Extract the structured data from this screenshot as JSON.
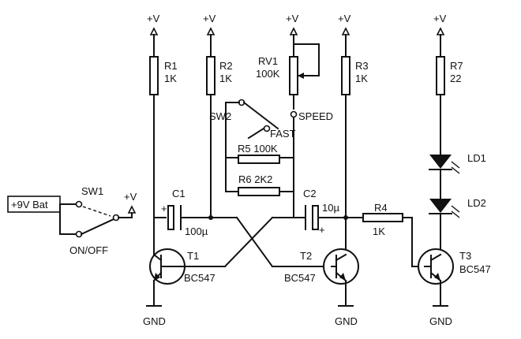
{
  "labels": {
    "supply": "+V",
    "gnd": "GND",
    "battery": "+9V Bat",
    "sw1": "SW1",
    "onoff": "ON/OFF",
    "sw2": "SW2",
    "fast": "FAST",
    "speed": "SPEED",
    "r1_name": "R1",
    "r1_value": "1K",
    "r2_name": "R2",
    "r2_value": "1K",
    "rv1_name": "RV1",
    "rv1_value": "100K",
    "r3_name": "R3",
    "r3_value": "1K",
    "r7_name": "R7",
    "r7_value": "22",
    "r5": "R5 100K",
    "r6": "R6 2K2",
    "c1_name": "C1",
    "c1_value": "100µ",
    "c2_name": "C2",
    "c2_value": "10µ",
    "r4_name": "R4",
    "r4_value": "1K",
    "t1_name": "T1",
    "t1_type": "BC547",
    "t2_name": "T2",
    "t2_type": "BC547",
    "t3_name": "T3",
    "t3_type": "BC547",
    "ld1": "LD1",
    "ld2": "LD2",
    "plus": "+"
  }
}
